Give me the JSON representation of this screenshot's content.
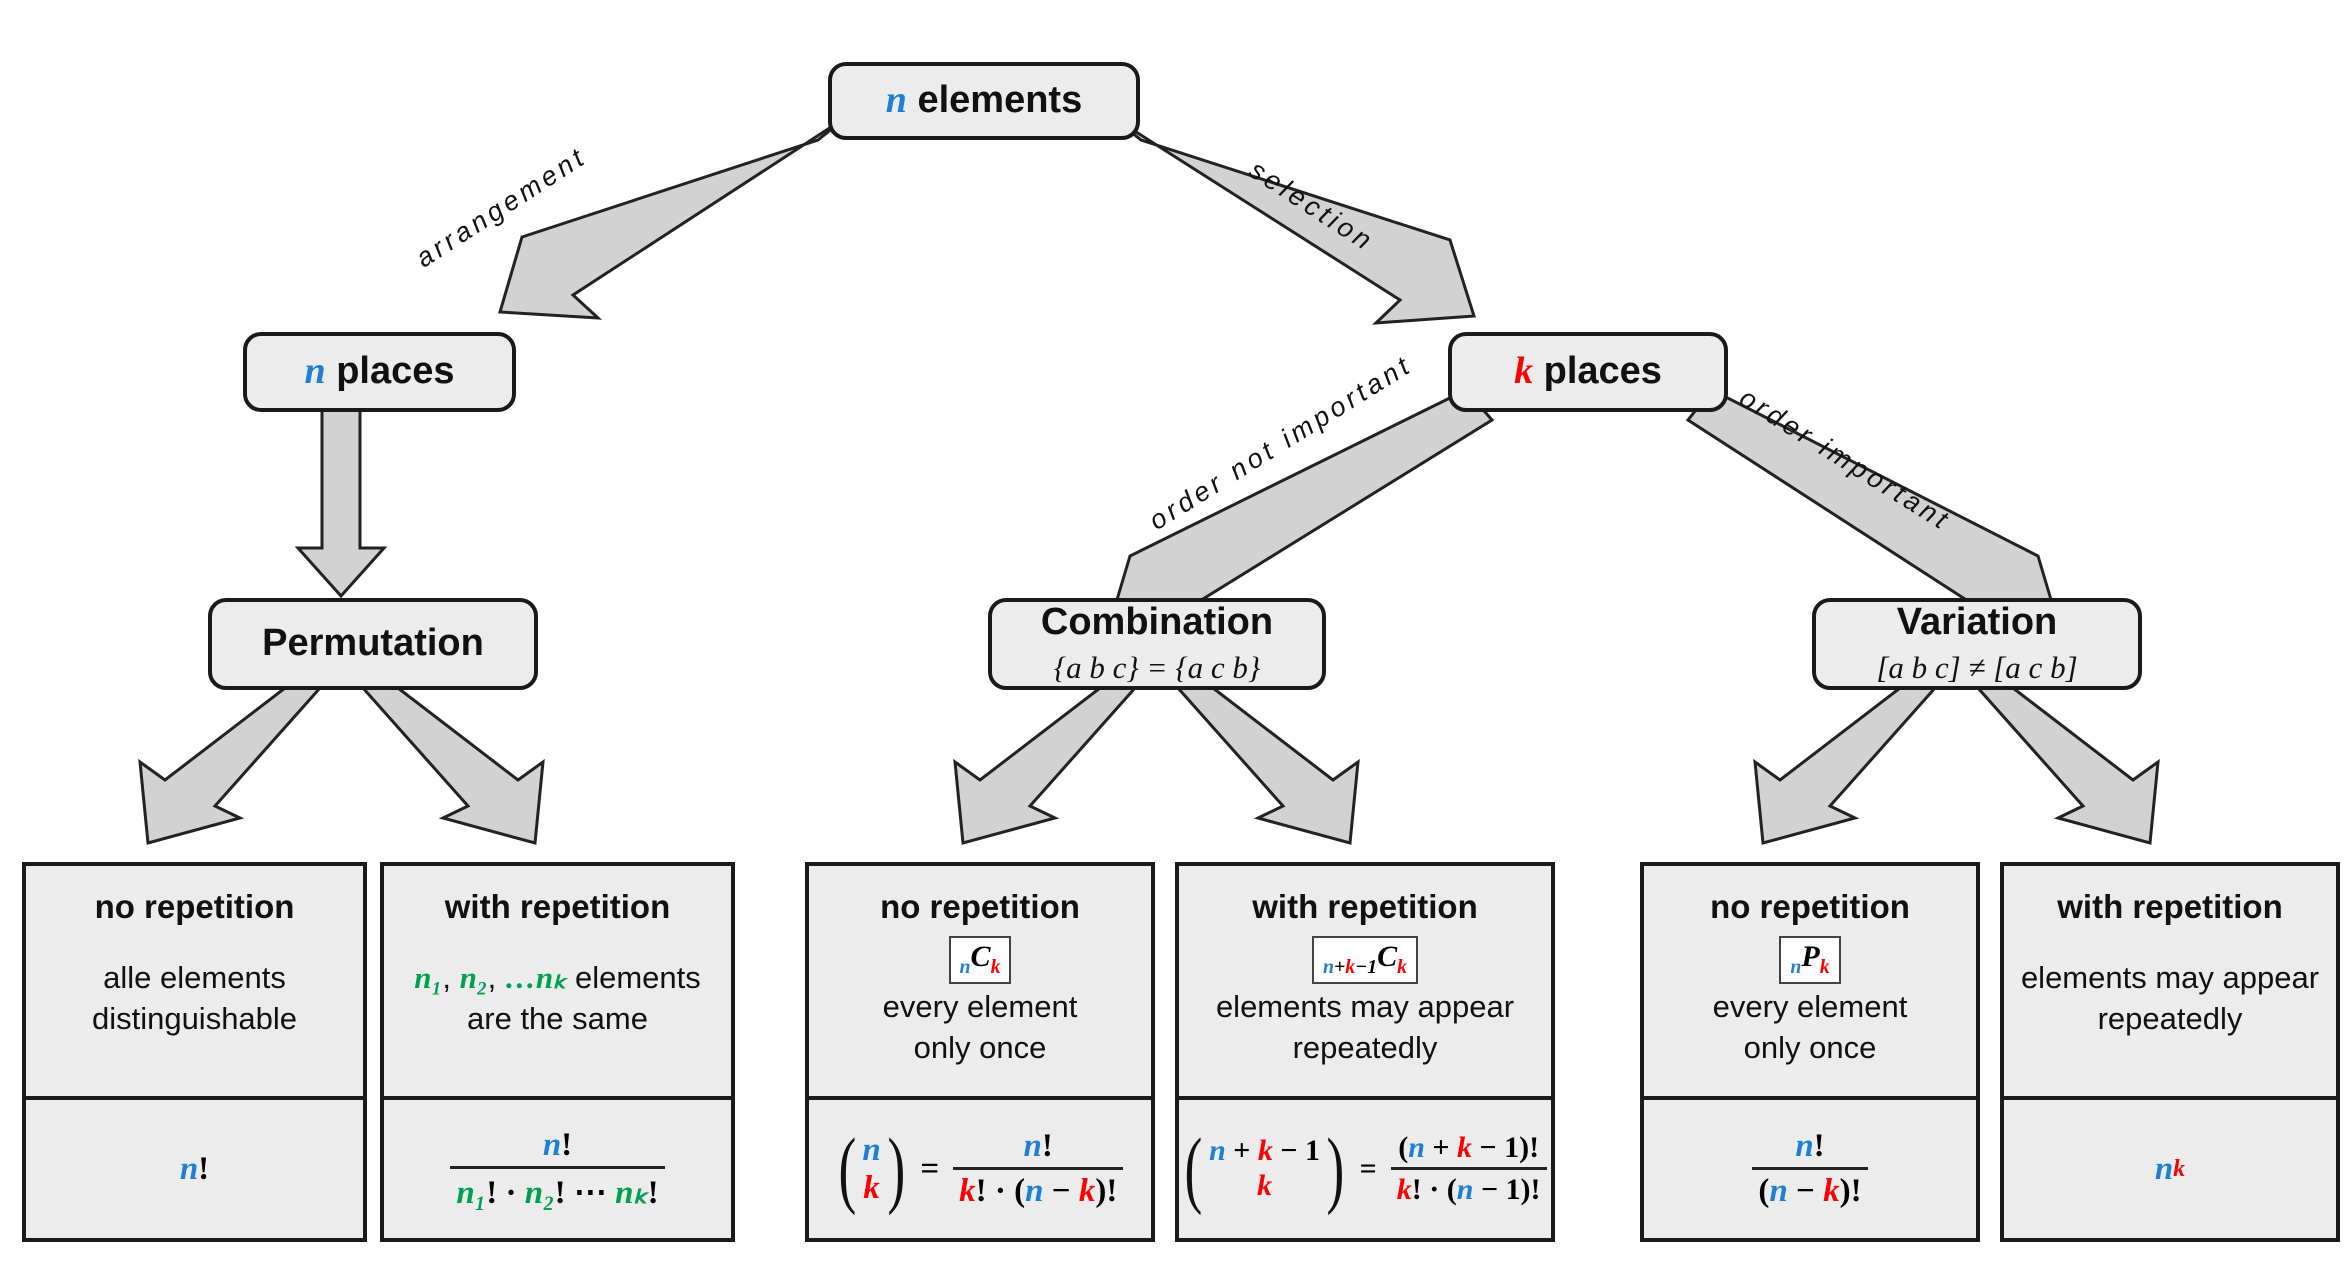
{
  "diagram": {
    "title": "Combinatorics decision tree",
    "colors": {
      "n_blue": "#1f7fd4",
      "k_red": "#ff0000",
      "n_sub_green": "#00a050",
      "node_fill": "#ececec",
      "node_border": "#1a1a1a",
      "arrow_fill": "#d2d2d2",
      "arrow_stroke": "#222222",
      "background": "#ffffff"
    }
  },
  "nodes": {
    "root": {
      "var": "n",
      "label": "elements"
    },
    "n_places": {
      "var": "n",
      "label": "places"
    },
    "k_places": {
      "var": "k",
      "label": "places"
    },
    "permutation": {
      "title": "Permutation",
      "subtitle": ""
    },
    "combination": {
      "title": "Combination",
      "subtitle": "{a b c} = {a c b}"
    },
    "variation": {
      "title": "Variation",
      "subtitle": "[a b c] ≠ [a c b]"
    }
  },
  "edges": {
    "arrangement": "arrangement",
    "selection": "selection",
    "order_not_important": "order not important",
    "order_important": "order important"
  },
  "cards": [
    {
      "id": "permutation-no-repetition",
      "head": "no repetition",
      "notation": "",
      "desc_line1": "alle elements",
      "desc_line2": "distinguishable",
      "formula": "n!"
    },
    {
      "id": "permutation-with-repetition",
      "head": "with repetition",
      "notation": "",
      "desc_line1": "n₁, n₂, … nₖ elements",
      "desc_line2": "are the same",
      "formula": "n! / (n₁! · n₂! ⋯ nₖ!)"
    },
    {
      "id": "combination-no-repetition",
      "head": "no repetition",
      "notation": "nCk",
      "desc_line1": "every element",
      "desc_line2": "only once",
      "formula": "(n choose k) = n! / (k! · (n − k)!)"
    },
    {
      "id": "combination-with-repetition",
      "head": "with repetition",
      "notation": "n+k−1Ck",
      "desc_line1": "elements may appear",
      "desc_line2": "repeatedly",
      "formula": "(n+k−1 choose k) = (n + k − 1)! / (k! · (n − 1)!)"
    },
    {
      "id": "variation-no-repetition",
      "head": "no repetition",
      "notation": "nPk",
      "desc_line1": "every element",
      "desc_line2": "only once",
      "formula": "n! / (n − k)!"
    },
    {
      "id": "variation-with-repetition",
      "head": "with repetition",
      "notation": "",
      "desc_line1": "elements may appear",
      "desc_line2": "repeatedly",
      "formula": "n^k"
    }
  ],
  "symbols": {
    "n": "n",
    "k": "k",
    "C": "C",
    "P": "P",
    "factorial": "!",
    "plus": "+",
    "minus": "−",
    "one": "1",
    "equals": "=",
    "cdot": "·",
    "cdots": "⋯",
    "comma": ",",
    "ellipsis": "…",
    "lparen": "(",
    "rparen": ")",
    "n1": "n₁",
    "n2": "n₂",
    "nk": "nₖ"
  }
}
